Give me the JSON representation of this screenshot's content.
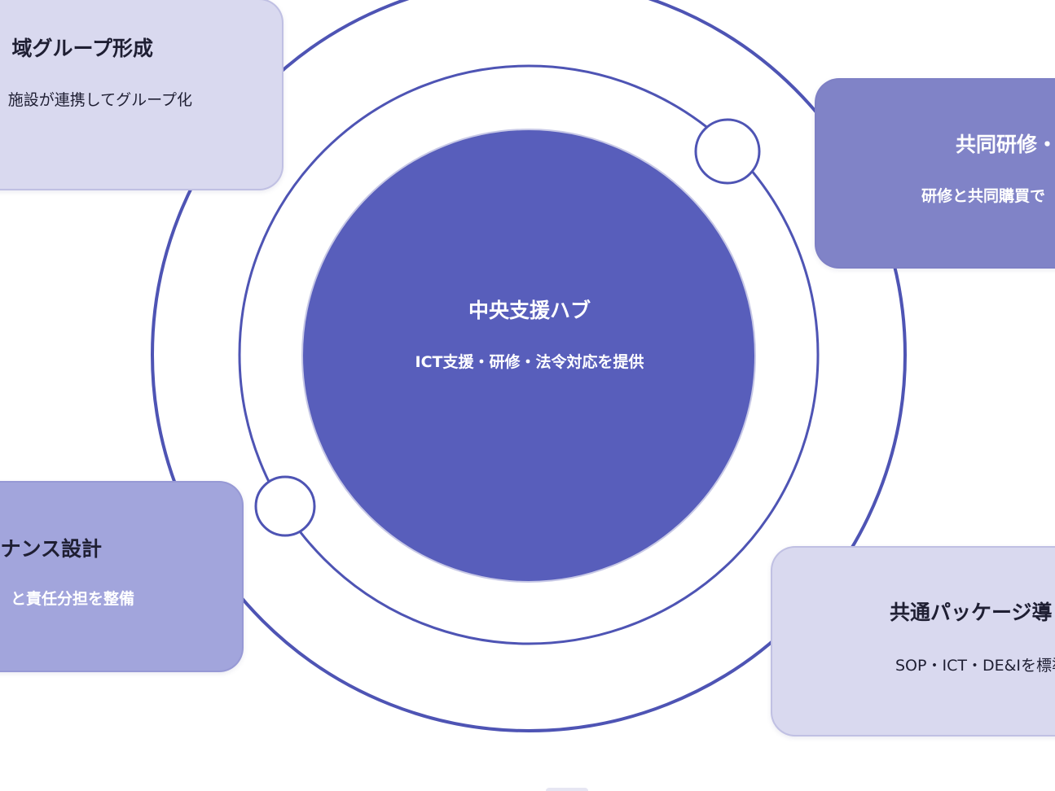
{
  "colors": {
    "hub": "#585ebb",
    "ring": "#4e54b4",
    "card_light": "#d9d9ef",
    "card_mid": "#a2a5dc",
    "card_dark": "#8083c7",
    "background": "#ffffff"
  },
  "hub": {
    "title": "中央支援ハブ",
    "description": "ICT支援・研修・法令対応を提供"
  },
  "cards": {
    "top_left": {
      "title": "域グループ形成",
      "description": "施設が連携してグループ化"
    },
    "top_right": {
      "title": "共同研修・",
      "description": "研修と共同購買で"
    },
    "bottom_left": {
      "title": "ナンス設計",
      "description": "と責任分担を整備"
    },
    "bottom_right": {
      "title": "共通パッケージ導",
      "description": "SOP・ICT・DE&Iを標準"
    }
  }
}
